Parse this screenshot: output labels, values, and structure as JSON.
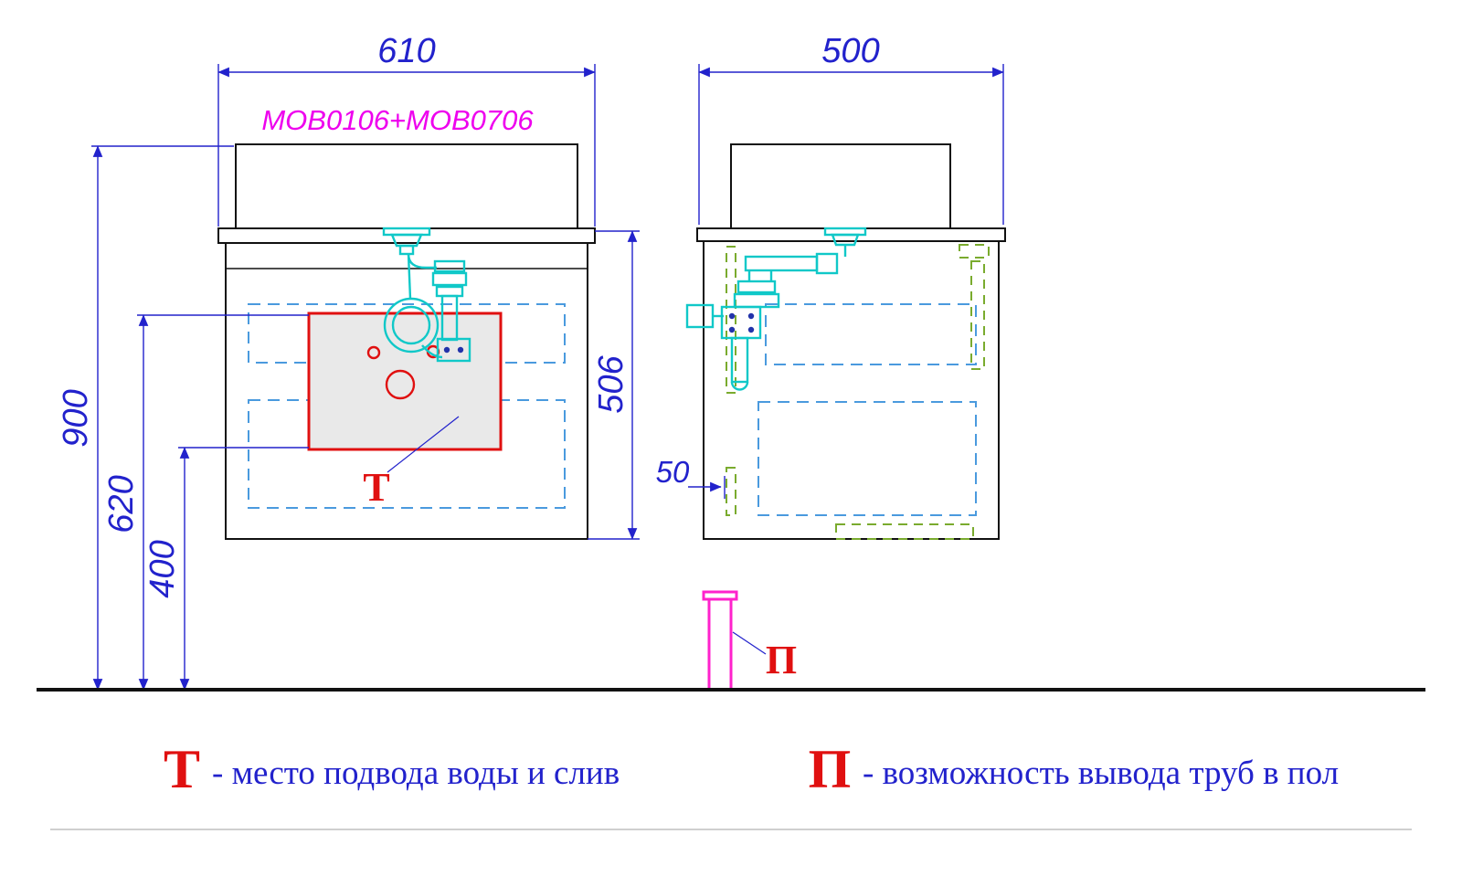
{
  "drawing": {
    "front_view": {
      "width_label": "610",
      "model_label": "MOB0106+MOB0706",
      "wall_height_label": "900",
      "supply_zone_top_label": "620",
      "supply_zone_bottom_label": "400",
      "cabinet_height_label": "506",
      "t_marker": "Т"
    },
    "side_view": {
      "depth_label": "500",
      "wall_offset_label": "50",
      "p_marker": "П"
    },
    "legend": {
      "t_symbol": "Т",
      "t_description": "- место подвода воды и слив",
      "p_symbol": "П",
      "p_description": "- возможность вывода труб в пол"
    },
    "colors": {
      "dimension": "#2222cc",
      "model": "#ee00ee",
      "plumbing": "#10c8c8",
      "marker_red": "#e01010",
      "drawer_dash": "#4a9ade",
      "hinge_dash": "#7aab2e",
      "floor_pipe": "#ff22cc",
      "linework": "#111111",
      "zone_fill": "#e9e9e9",
      "bracket_dot": "#2233aa"
    }
  }
}
